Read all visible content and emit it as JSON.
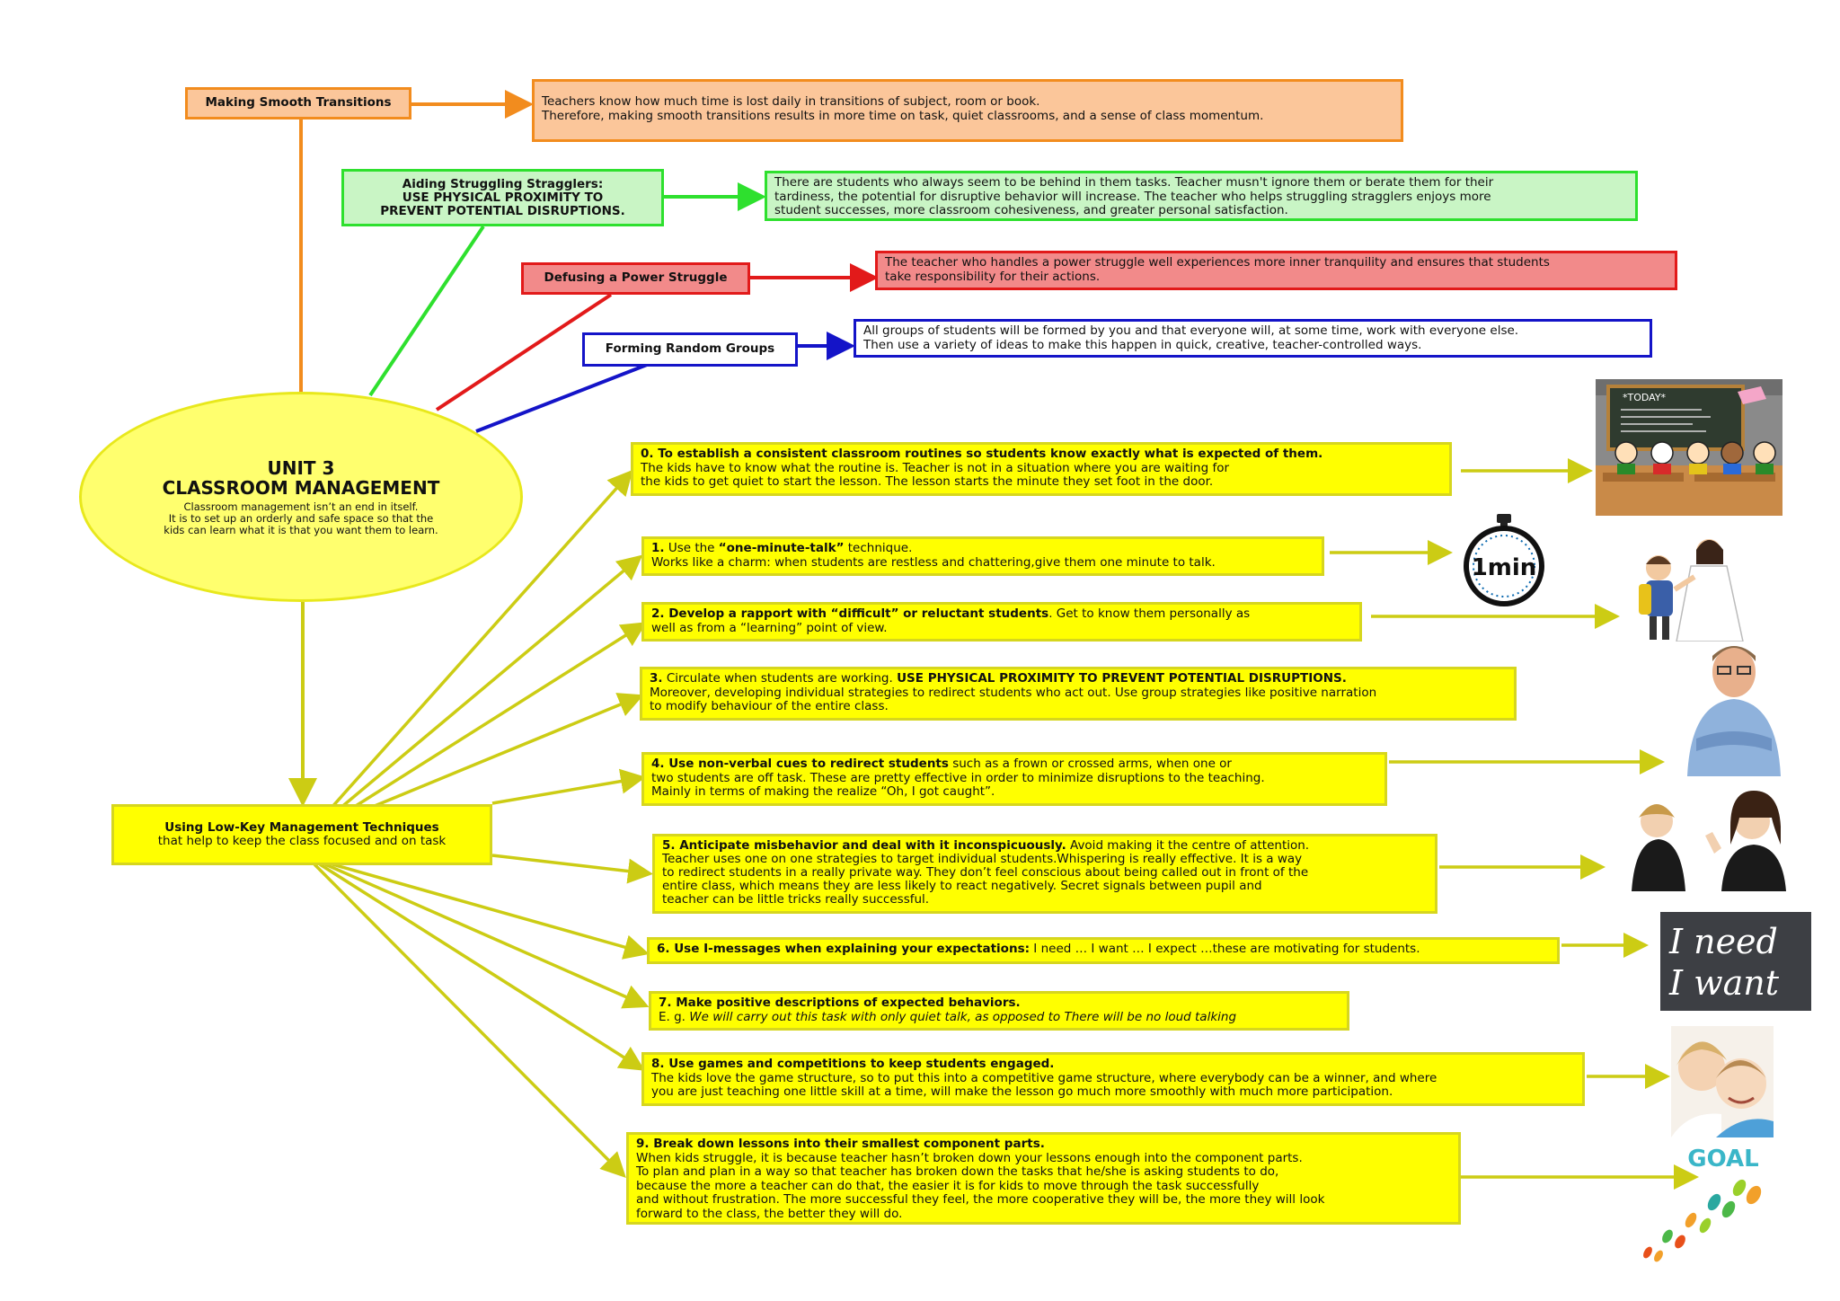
{
  "center": {
    "title_line1": "UNIT 3",
    "title_line2": "CLASSROOM MANAGEMENT",
    "desc_line1": "Classroom management isn’t an end in itself.",
    "desc_line2": "It is to set up an orderly and safe space so that the",
    "desc_line3": "kids can learn what it is that you want them to learn."
  },
  "branches": {
    "transitions": {
      "label": "Making Smooth Transitions",
      "desc_line1": "Teachers know how much time is lost daily in transitions of subject, room or book.",
      "desc_line2": "Therefore, making smooth transitions results in more time on task, quiet classrooms, and a sense of class momentum."
    },
    "stragglers": {
      "label_line1": "Aiding Struggling Stragglers:",
      "label_line2": "USE PHYSICAL PROXIMITY TO",
      "label_line3": "PREVENT POTENTIAL DISRUPTIONS.",
      "desc_line1": "There are students who always seem to be behind in them tasks. Teacher musn't ignore them or berate them for their",
      "desc_line2": "tardiness, the potential for disruptive behavior will increase. The teacher who helps struggling stragglers enjoys more",
      "desc_line3": "student successes, more classroom cohesiveness, and greater personal satisfaction."
    },
    "power": {
      "label": "Defusing a Power Struggle",
      "desc_line1": "The teacher who handles a power struggle well experiences more inner tranquility and ensures that students",
      "desc_line2": "take responsibility for their actions."
    },
    "groups": {
      "label": "Forming Random Groups",
      "desc_line1": "All groups of students will be formed by you and that everyone will, at some time, work with everyone else.",
      "desc_line2": "Then use a variety of ideas to make this happen in quick, creative, teacher-controlled ways."
    },
    "lowkey": {
      "label_line1": "Using Low-Key Management Techniques",
      "label_line2": "that help to keep the class focused and on task"
    }
  },
  "techniques": [
    {
      "bold": "0. To establish a consistent classroom routines so students know exactly what is expected of them.",
      "line2": "The kids have to know what the routine is. Teacher is not in a situation where you are waiting for",
      "line3": "the kids to get quiet to start the lesson. The lesson starts the minute they set foot in the door."
    },
    {
      "num": "1.",
      "pre": " Use the ",
      "bold": "“one-minute-talk”",
      "post": " technique.",
      "line2": "Works like a charm: when students are restless and chattering,give them one minute to talk."
    },
    {
      "bold": "2. Develop a rapport with “difficult” or reluctant students",
      "post": ". Get to know them personally as",
      "line2": "well as from a “learning” point of view."
    },
    {
      "num": "3.",
      "pre": " Circulate when students are working. ",
      "bold": "USE PHYSICAL PROXIMITY TO PREVENT POTENTIAL DISRUPTIONS.",
      "line2": "Moreover, developing individual strategies to redirect students who act out. Use group strategies like positive narration",
      "line3": "to modify behaviour of the entire class."
    },
    {
      "bold": "4. Use non-verbal cues to redirect students",
      "post": " such as a frown or crossed arms, when one or",
      "line2": "two students are off task. These are pretty effective in order to minimize disruptions to the teaching.",
      "line3": "Mainly in terms of making the realize “Oh, I got caught”."
    },
    {
      "bold": "5. Anticipate misbehavior and deal with it inconspicuously.",
      "post": " Avoid making it the centre of attention.",
      "line2": "Teacher  uses one on one strategies to target individual students.Whispering is really effective. It is a way",
      "line3": "to redirect students in a really private way. They don’t feel conscious about being called out in front of the",
      "line4": "entire class, which means they are less likely to react negatively. Secret signals between pupil and",
      "line5": "teacher can be little tricks really successful."
    },
    {
      "bold": "6. Use I-messages when explaining your expectations:",
      "post": " I need … I want … I expect …these are motivating for students."
    },
    {
      "bold": "7. Make positive descriptions of expected behaviors.",
      "line2_pre": "E. g. ",
      "line2_italic": "We will carry out this task with only quiet talk, as opposed to There will be no loud talking"
    },
    {
      "bold": "8. Use games and competitions to keep students engaged.",
      "line2": "The kids love the game structure, so to put this into a competitive game structure, where everybody can be a winner, and where",
      "line3": "you are just teaching one little skill at a time, will make the lesson go much more smoothly with much more participation."
    },
    {
      "bold": "9. Break down lessons into their smallest component parts.",
      "line2": "When kids struggle, it is because teacher hasn’t broken down your lessons enough into the component parts.",
      "line3": "To plan and plan in a way so that teacher has broken down the tasks that he/she is asking students to do,",
      "line4": "because the more a teacher can do that, the easier it is for kids to move through the task successfully",
      "line5": "and without frustration. The more successful they feel, the more cooperative they will be, the more they will look",
      "line6": "forward to the class, the better they will do."
    }
  ],
  "images": {
    "chalkboard_text": "*TODAY*",
    "timer_text": "1min",
    "ineed_line1": "I need",
    "ineed_line2": "I want",
    "goal_text": "GOAL"
  },
  "colors": {
    "orange": "#f28c1e",
    "green": "#2ee02e",
    "red": "#e21a1a",
    "blue": "#1414c8",
    "yellow_line": "#cccc14",
    "yellow_fill": "#ffff00",
    "center_fill": "#ffff6e"
  }
}
